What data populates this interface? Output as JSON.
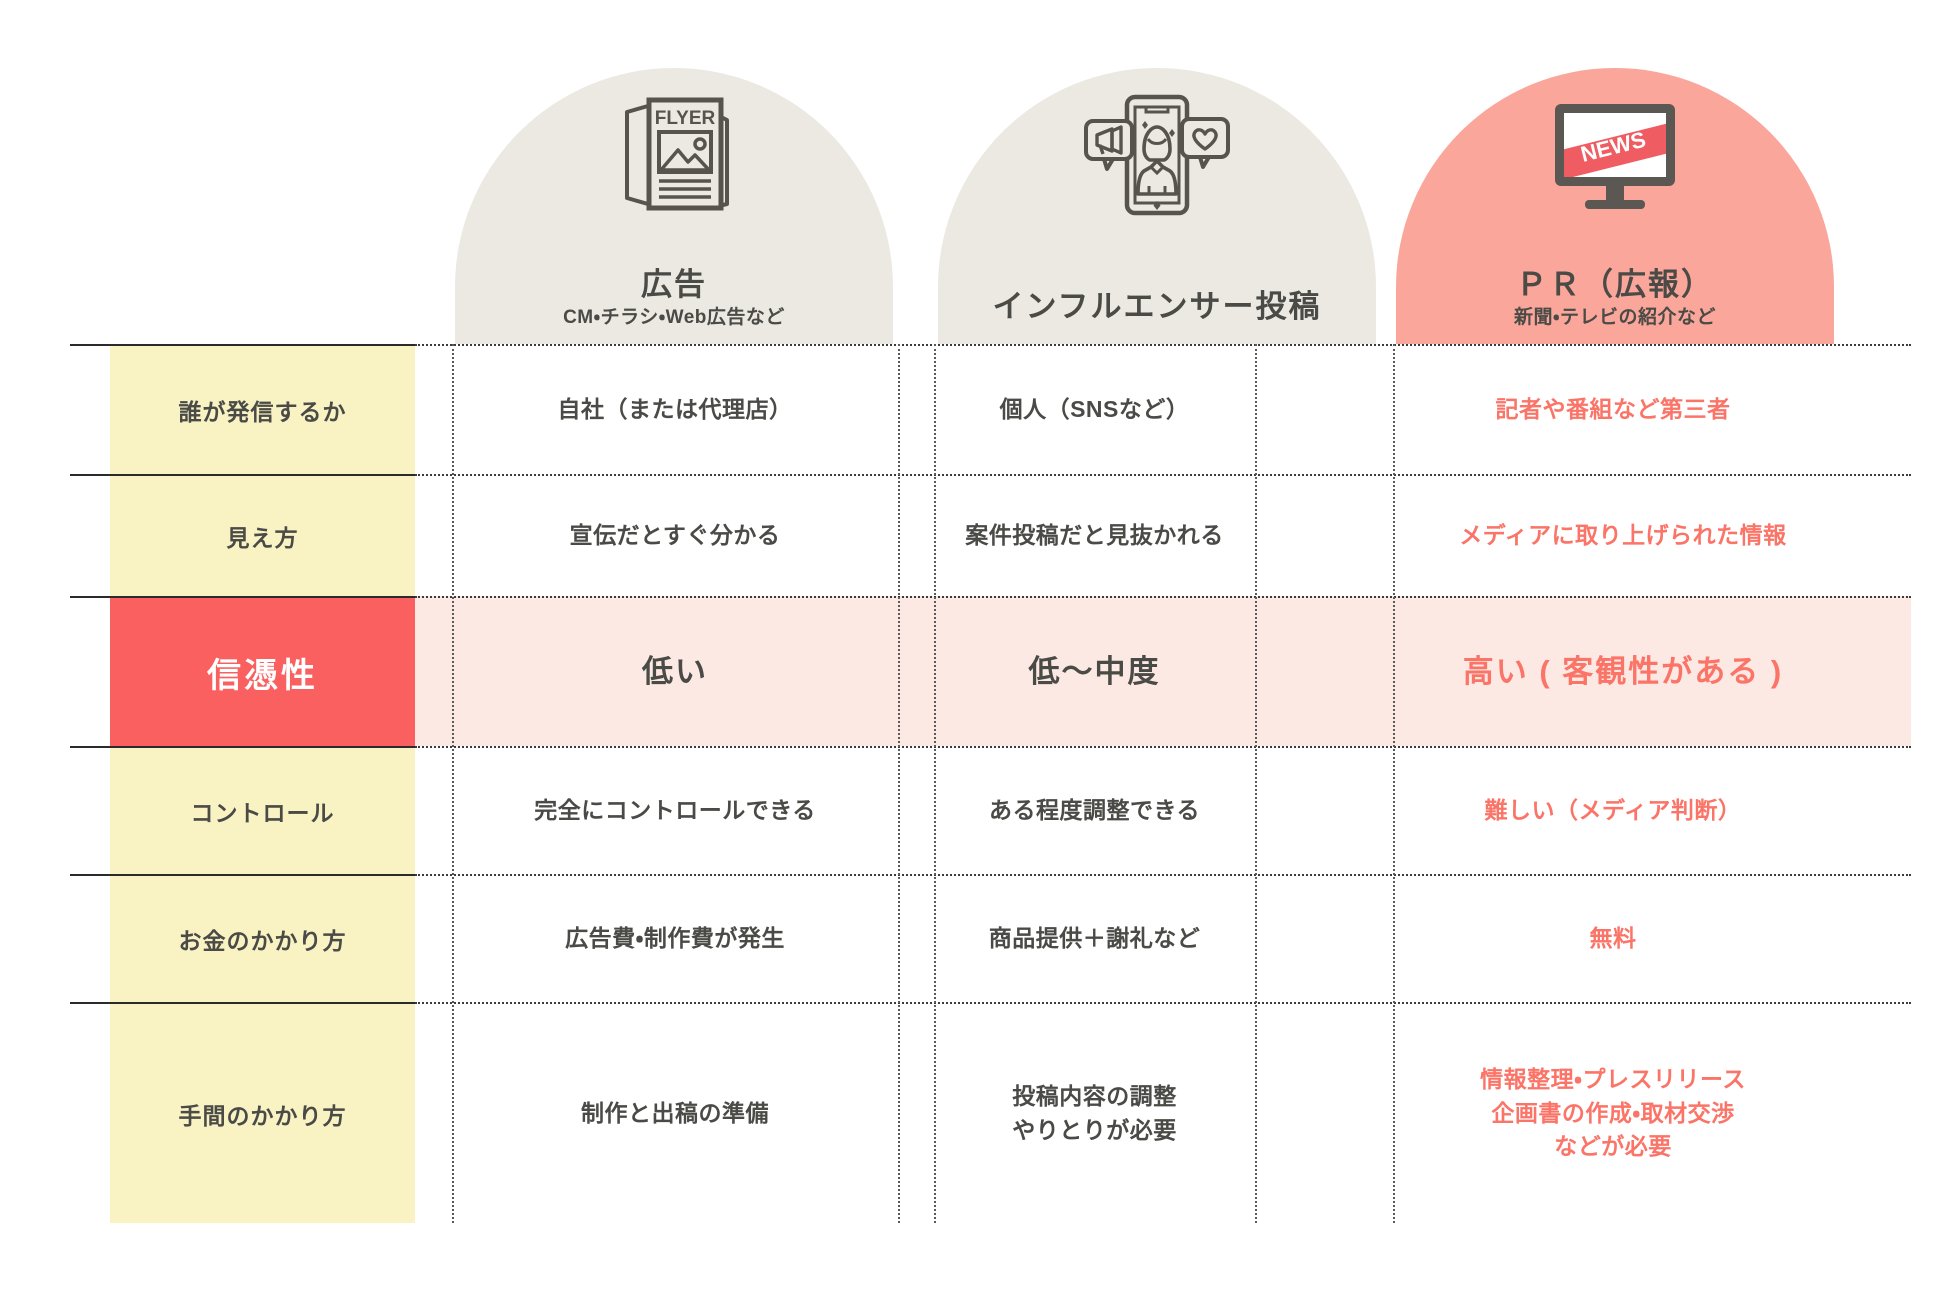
{
  "chart_data": {
    "type": "table",
    "title": "広告・インフルエンサー投稿・PR（広報）比較表",
    "columns": [
      {
        "title": "広告",
        "subtitle": "CM・チラシ・Web広告など",
        "icon": "flyer-icon",
        "highlight": false
      },
      {
        "title": "インフルエンサー投稿",
        "subtitle": "",
        "icon": "influencer-phone-icon",
        "highlight": false
      },
      {
        "title": "ＰＲ（広報）",
        "subtitle": "新聞・テレビの紹介など",
        "icon": "news-tv-icon",
        "highlight": true
      }
    ],
    "rows": [
      {
        "label": "誰が発信するか",
        "highlight": false,
        "values": [
          "自社（または代理店）",
          "個人（SNSなど）",
          "記者や番組など第三者"
        ]
      },
      {
        "label": "見え方",
        "highlight": false,
        "values": [
          "宣伝だとすぐ分かる",
          "案件投稿だと見抜かれる",
          "メディアに取り上げられた情報"
        ]
      },
      {
        "label": "信憑性",
        "highlight": true,
        "values": [
          "低い",
          "低〜中度",
          "高い ( 客観性がある )"
        ]
      },
      {
        "label": "コントロール",
        "highlight": false,
        "values": [
          "完全にコントロールできる",
          "ある程度調整できる",
          "難しい（メディア判断）"
        ]
      },
      {
        "label": "お金のかかり方",
        "highlight": false,
        "values": [
          "広告費・制作費が発生",
          "商品提供＋謝礼など",
          "無料"
        ]
      },
      {
        "label": "手間のかかり方",
        "highlight": false,
        "values": [
          "制作と出稿の準備",
          "投稿内容の調整\nやりとりが必要",
          "情報整理・プレスリリース\n企画書の作成・取材交渉\nなどが必要"
        ]
      }
    ]
  },
  "header": {
    "col1": {
      "title": "広告",
      "subtitle": "CM・チラシ・Web広告など",
      "icon_label": "FLYER"
    },
    "col2": {
      "title": "インフルエンサー投稿",
      "subtitle": ""
    },
    "col3": {
      "title": "ＰＲ（広報）",
      "subtitle": "新聞・テレビの紹介など",
      "icon_label": "NEWS"
    }
  },
  "rows": {
    "r0": {
      "label": "誰が発信するか",
      "c1": "自社（または代理店）",
      "c2": "個人（SNSなど）",
      "c3": "記者や番組など第三者"
    },
    "r1": {
      "label": "見え方",
      "c1": "宣伝だとすぐ分かる",
      "c2": "案件投稿だと見抜かれる",
      "c3": "メディアに取り上げられた情報"
    },
    "r2": {
      "label": "信憑性",
      "c1": "低い",
      "c2": "低〜中度",
      "c3": "高い ( 客観性がある )"
    },
    "r3": {
      "label": "コントロール",
      "c1": "完全にコントロールできる",
      "c2": "ある程度調整できる",
      "c3": "難しい（メディア判断）"
    },
    "r4": {
      "label": "お金のかかり方",
      "c1": "広告費・制作費が発生",
      "c2": "商品提供＋謝礼など",
      "c3": "無料"
    },
    "r5": {
      "label": "手間のかかり方",
      "c1": "制作と出稿の準備",
      "c2_line1": "投稿内容の調整",
      "c2_line2": "やりとりが必要",
      "c3_line1": "情報整理・プレスリリース",
      "c3_line2": "企画書の作成・取材交渉",
      "c3_line3": "などが必要"
    }
  },
  "colors": {
    "arch_neutral": "#ece9e2",
    "arch_accent": "#fba69a",
    "row_label_bg": "#f9f3c4",
    "row_label_highlight_bg": "#f9605f",
    "band_bg": "#fce9e3",
    "text_dark": "#4a4a46",
    "text_accent": "#fb7468",
    "rule": "#2b2b2b"
  }
}
